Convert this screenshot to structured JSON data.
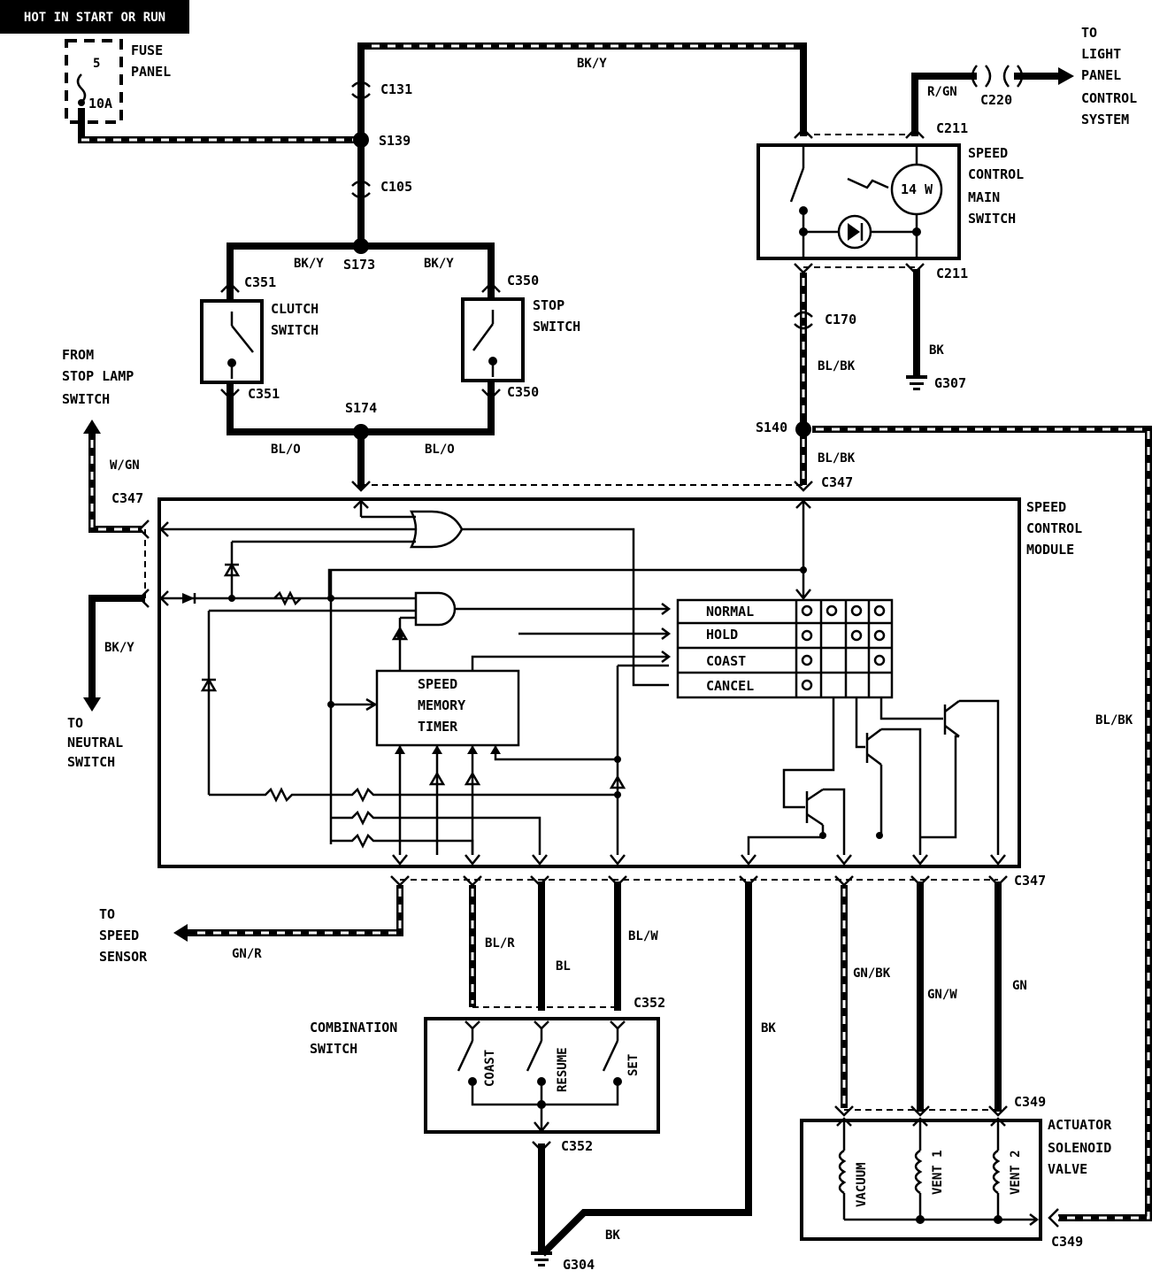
{
  "banner": "HOT IN START OR RUN",
  "fuse": {
    "number": "5",
    "rating": "10A",
    "label_line1": "FUSE",
    "label_line2": "PANEL"
  },
  "wires": {
    "bky_top": "BK/Y",
    "bky_left": "BK/Y",
    "bky_right": "BK/Y",
    "rgn": "R/GN",
    "blo_left": "BL/O",
    "blo_right": "BL/O",
    "blbk_upper": "BL/BK",
    "blbk_lower": "BL/BK",
    "blbk_side": "BL/BK",
    "bk_g307": "BK",
    "wgn": "W/GN",
    "bky_neutral": "BK/Y",
    "gnr": "GN/R",
    "blr": "BL/R",
    "bl": "BL",
    "blw": "BL/W",
    "bk_mid": "BK",
    "gnbk": "GN/BK",
    "gnw": "GN/W",
    "gn": "GN",
    "bk_ground": "BK"
  },
  "connectors": {
    "c131": "C131",
    "s139": "S139",
    "c105": "C105",
    "s173": "S173",
    "c351_top": "C351",
    "c351_bot": "C351",
    "c350_top": "C350",
    "c350_bot": "C350",
    "s174": "S174",
    "c220": "C220",
    "c211_top": "C211",
    "c211_bot": "C211",
    "c170": "C170",
    "g307": "G307",
    "s140": "S140",
    "c347_top": "C347",
    "c347_left": "C347",
    "c347_bottom": "C347",
    "c352_top": "C352",
    "c352_bot": "C352",
    "c349_top": "C349",
    "c349_side": "C349",
    "g304": "G304"
  },
  "components": {
    "to_light": [
      "TO",
      "LIGHT",
      "PANEL",
      "CONTROL",
      "SYSTEM"
    ],
    "main_switch": [
      "SPEED",
      "CONTROL",
      "MAIN",
      "SWITCH"
    ],
    "lamp": "14 W",
    "clutch": [
      "CLUTCH",
      "SWITCH"
    ],
    "stop": [
      "STOP",
      "SWITCH"
    ],
    "from_stop": [
      "FROM",
      "STOP LAMP",
      "SWITCH"
    ],
    "to_neutral": [
      "TO",
      "NEUTRAL",
      "SWITCH"
    ],
    "module": [
      "SPEED",
      "CONTROL",
      "MODULE"
    ],
    "modes": [
      "NORMAL",
      "HOLD",
      "COAST",
      "CANCEL"
    ],
    "timer": [
      "SPEED",
      "MEMORY",
      "TIMER"
    ],
    "to_sensor": [
      "TO",
      "SPEED",
      "SENSOR"
    ],
    "combination": [
      "COMBINATION",
      "SWITCH"
    ],
    "combo_switches": [
      "COAST",
      "RESUME",
      "SET"
    ],
    "actuator": [
      "ACTUATOR",
      "SOLENOID",
      "VALVE"
    ],
    "solenoids": [
      "VACUUM",
      "VENT 1",
      "VENT 2"
    ]
  }
}
